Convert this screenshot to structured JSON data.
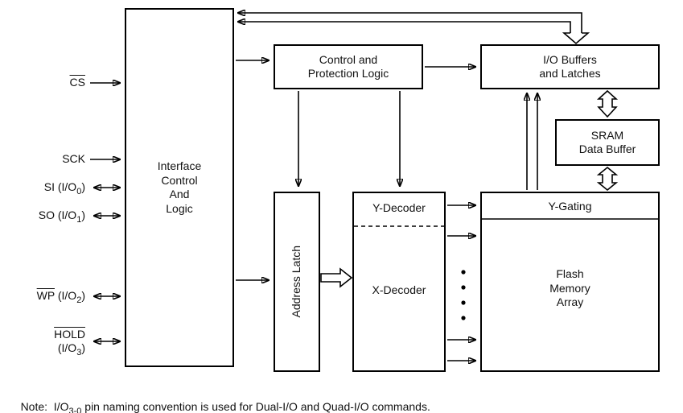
{
  "blocks": {
    "interface": {
      "lines": [
        "Interface",
        "Control",
        "And",
        "Logic"
      ]
    },
    "control_protection": {
      "lines": [
        "Control and",
        "Protection Logic"
      ]
    },
    "io_buffers": {
      "lines": [
        "I/O Buffers",
        "and Latches"
      ]
    },
    "sram_buffer": {
      "lines": [
        "SRAM",
        "Data Buffer"
      ]
    },
    "address_latch": {
      "label": "Address Latch"
    },
    "y_decoder": {
      "label": "Y-Decoder"
    },
    "x_decoder": {
      "label": "X-Decoder"
    },
    "y_gating": {
      "label": "Y-Gating"
    },
    "flash_array": {
      "lines": [
        "Flash",
        "Memory",
        "Array"
      ]
    }
  },
  "pins": {
    "cs": {
      "over": "CS"
    },
    "sck": {
      "label": "SCK"
    },
    "si": {
      "pre": "SI (I/O",
      "sub": "0",
      "post": ")"
    },
    "so": {
      "pre": "SO (I/O",
      "sub": "1",
      "post": ")"
    },
    "wp": {
      "over": "WP",
      "pre": " (I/O",
      "sub": "2",
      "post": ")"
    },
    "hold": {
      "over": "HOLD",
      "pre": "(I/O",
      "sub": "3",
      "post": ")"
    }
  },
  "note": {
    "prefix": "Note:  I/O",
    "sub": "3-0",
    "suffix": " pin naming convention is used for Dual-I/O and Quad-I/O commands."
  },
  "colors": {
    "line": "#000000",
    "background": "#ffffff",
    "text": "#111111"
  }
}
